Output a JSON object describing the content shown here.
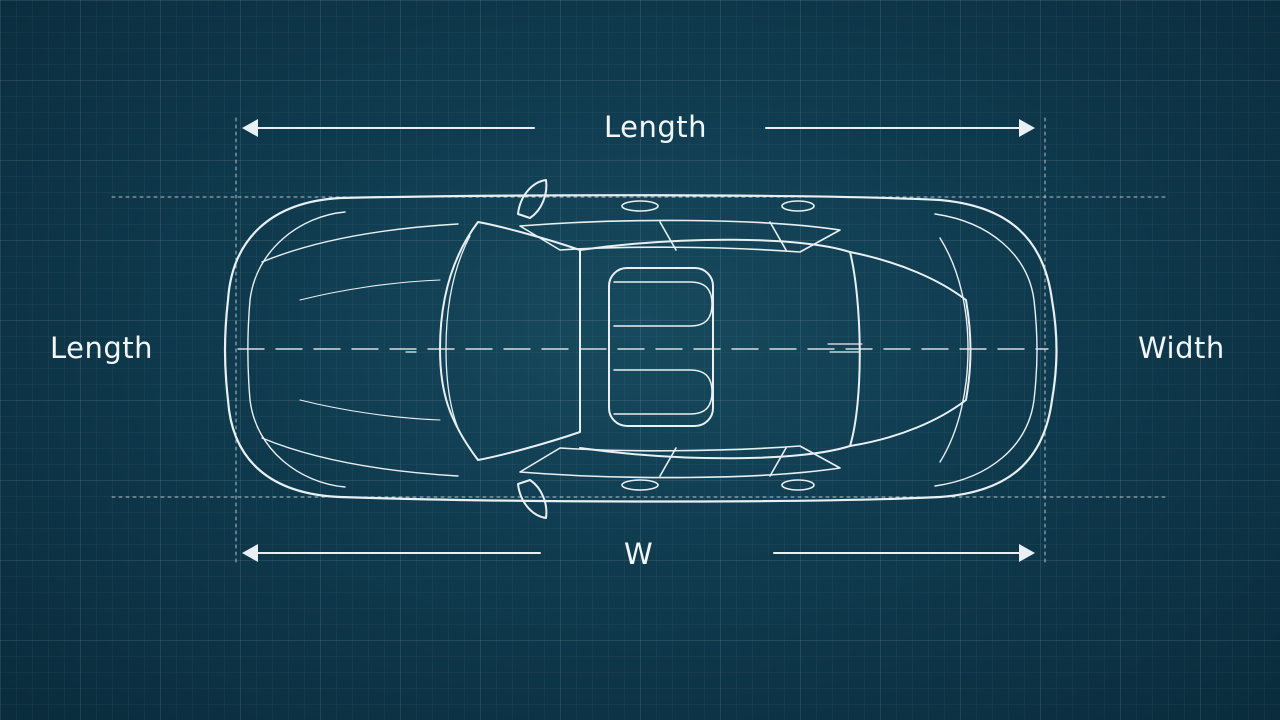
{
  "labels": {
    "top": "Length",
    "left": "Length",
    "right": "Width",
    "bottom": "W"
  },
  "colors": {
    "background": "#0f3a4e",
    "line": "#e8f0f3"
  }
}
